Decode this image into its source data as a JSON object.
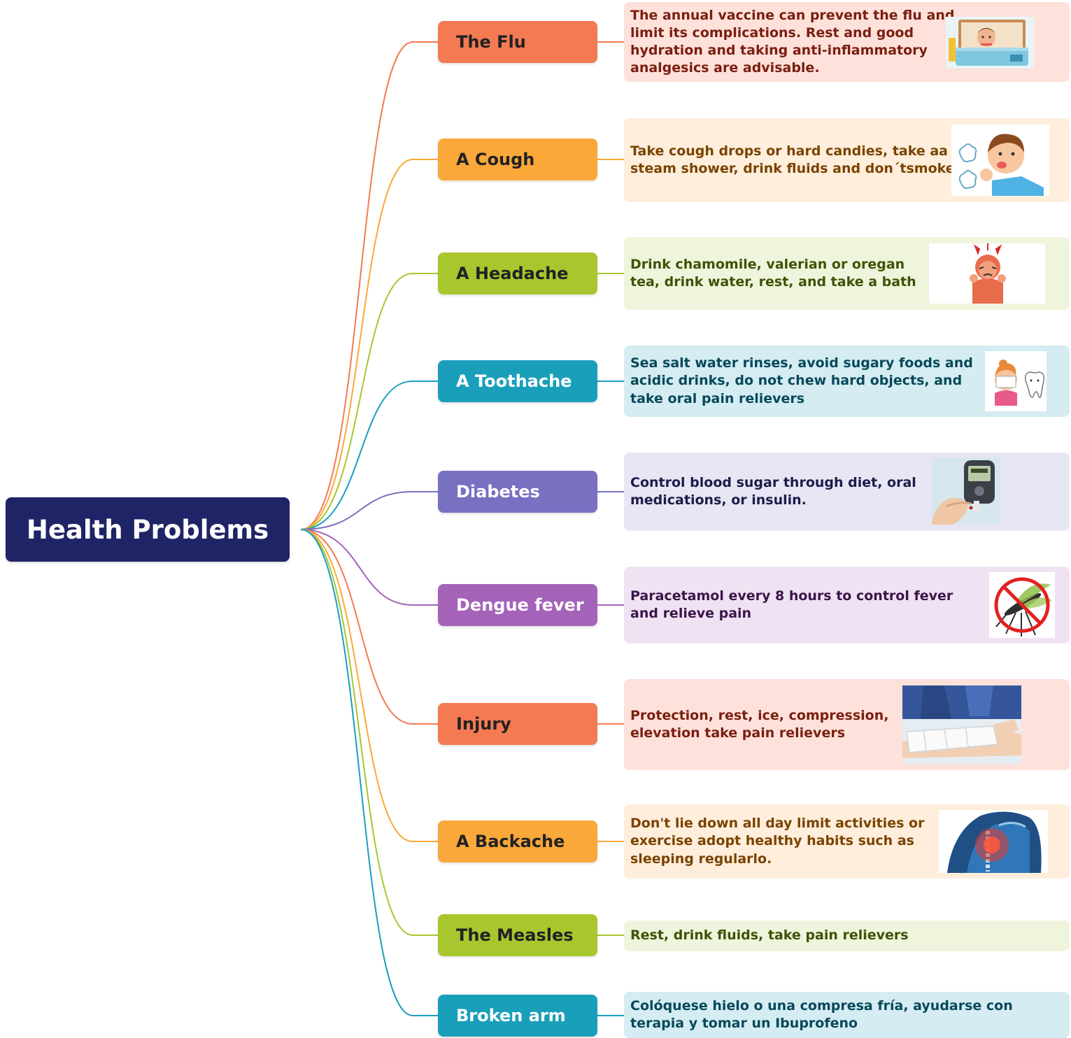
{
  "root": {
    "label": "Health Problems"
  },
  "items": [
    {
      "label": "The Flu",
      "text": "The annual vaccine can prevent the flu and\nlimit its complications. Rest and good\nhydration and taking anti-inflammatory\nanalgesics are advisable.",
      "color": "#f47a53",
      "label_color": "#222222",
      "text_color": "#7a1e10",
      "bg": "#fde1da",
      "icon": "sick-in-bed-icon"
    },
    {
      "label": "A Cough",
      "text": "Take cough drops or hard candies, take aa\nsteam shower, drink fluids and don´tsmoke",
      "color": "#fba83a",
      "label_color": "#222222",
      "text_color": "#7a4300",
      "bg": "#feeedb",
      "icon": "coughing-child-icon"
    },
    {
      "label": "A Headache",
      "text": "Drink chamomile, valerian or oregan\ntea, drink water, rest, and take a bath",
      "color": "#a8c62e",
      "label_color": "#222222",
      "text_color": "#3e5206",
      "bg": "#eff5dc",
      "icon": "headache-person-icon"
    },
    {
      "label": "A Toothache",
      "text": "Sea salt water rinses, avoid sugary foods and\nacidic drinks, do not chew hard objects, and\ntake oral pain relievers",
      "color": "#1a9fbb",
      "label_color": "#ffffff",
      "text_color": "#07485a",
      "bg": "#d4ecf2",
      "icon": "toothache-icon"
    },
    {
      "label": "Diabetes",
      "text": "Control blood sugar through diet, oral\nmedications, or insulin.",
      "color": "#7870c1",
      "label_color": "#ffffff",
      "text_color": "#1e1b4a",
      "bg": "#e7e6f4",
      "icon": "glucose-meter-icon"
    },
    {
      "label": "Dengue fever",
      "text": "Paracetamol every 8 hours to control fever\nand relieve pain",
      "color": "#a463b9",
      "label_color": "#ffffff",
      "text_color": "#3b1549",
      "bg": "#efe3f3",
      "icon": "no-mosquito-icon"
    },
    {
      "label": "Injury",
      "text": "Protection, rest, ice, compression,\nelevation take pain relievers",
      "color": "#f47a53",
      "label_color": "#222222",
      "text_color": "#7a1e10",
      "bg": "#fde1da",
      "icon": "bandaged-arm-icon"
    },
    {
      "label": "A Backache",
      "text": "Don't lie down all day limit activities or\nexercise adopt healthy habits such as\nsleeping regularlo.",
      "color": "#fba83a",
      "label_color": "#222222",
      "text_color": "#7a4300",
      "bg": "#feeedb",
      "icon": "spine-pain-icon"
    },
    {
      "label": "The Measles",
      "text": "Rest, drink fluids, take pain relievers",
      "color": "#a8c62e",
      "label_color": "#222222",
      "text_color": "#3e5206",
      "bg": "#eff5dc",
      "icon": ""
    },
    {
      "label": "Broken arm",
      "text": "Colóquese hielo o una compresa fría, ayudarse con\nterapia y tomar un Ibuprofeno",
      "color": "#1a9fbb",
      "label_color": "#ffffff",
      "text_color": "#07485a",
      "bg": "#d4ecf2",
      "icon": ""
    }
  ]
}
